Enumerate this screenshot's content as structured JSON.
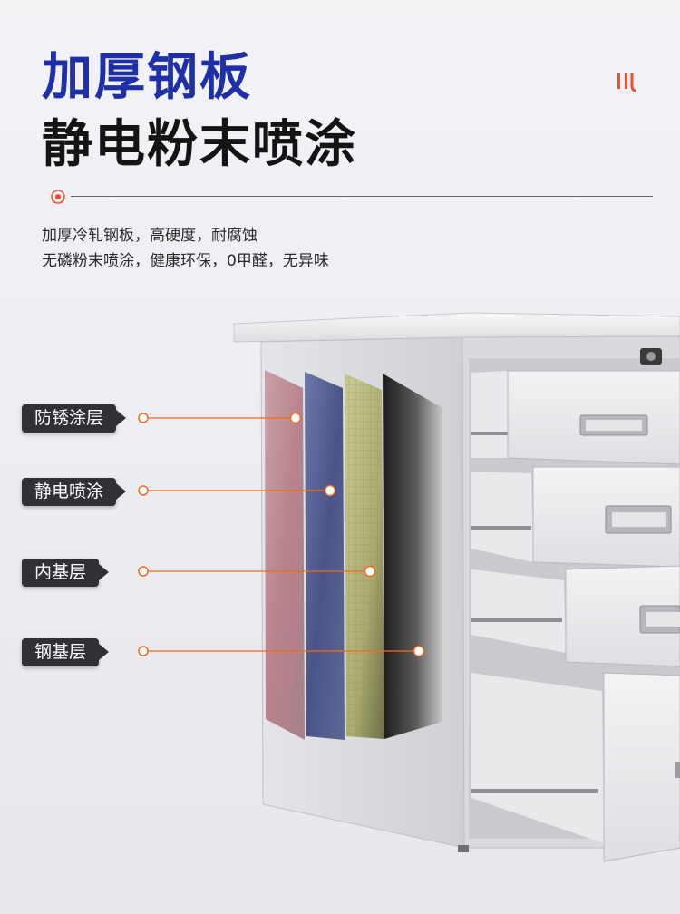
{
  "header": {
    "title_line1": "加厚钢板",
    "title_line2": "静电粉末喷涂",
    "brand_mark_icon": "brand-logo-icon",
    "accent_color": "#1e2fa8",
    "brand_color": "#f0502a"
  },
  "description": {
    "line1": "加厚冷轧钢板，高硬度，耐腐蚀",
    "line2": "无磷粉末喷涂，健康环保，0甲醛，无异味"
  },
  "layers": [
    {
      "label": "防锈涂层"
    },
    {
      "label": "静电喷涂"
    },
    {
      "label": "内基层"
    },
    {
      "label": "钢基层"
    }
  ],
  "callout_color": "#f06a1e"
}
